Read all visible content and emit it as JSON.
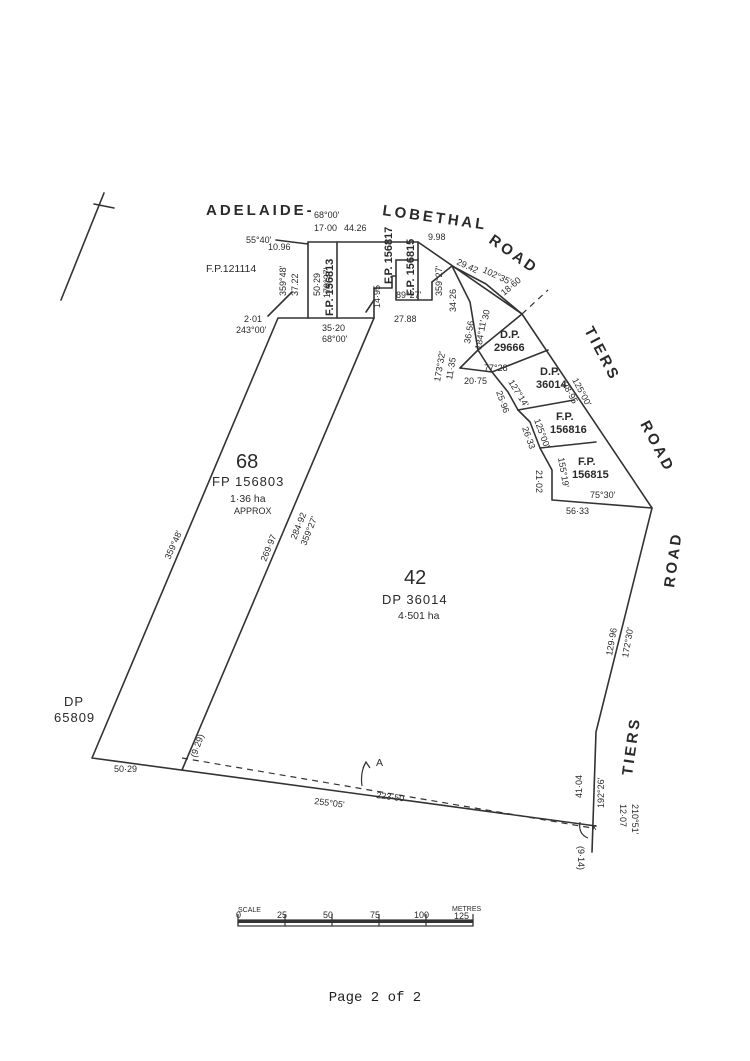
{
  "roads": {
    "adelaide": "ADELAIDE-",
    "lobethal": "LOBETHAL",
    "road_top": "ROAD",
    "tiers1": "TIERS",
    "road_right": "ROAD",
    "road_lower": "ROAD",
    "tiers2": "TIERS"
  },
  "parcels": {
    "lot68_number": "68",
    "lot68_plan": "FP 156803",
    "lot68_area": "1·36 ha",
    "lot68_note": "APPROX",
    "lot42_number": "42",
    "lot42_plan": "DP 36014",
    "lot42_area": "4·501 ha",
    "fp121114": "F.P.121114",
    "fp156813": "F.P. 156813",
    "fp156817": "F.P. 156817",
    "fp156815a": "F.P. 156815",
    "dp29666_a": "D.P.",
    "dp29666_b": "29666",
    "dp36014_a": "D.P.",
    "dp36014_b": "36014",
    "fp156816_a": "F.P.",
    "fp156816_b": "156816",
    "fp156815_a": "F.P.",
    "fp156815_b": "156815",
    "dp65809_a": "DP",
    "dp65809_b": "65809"
  },
  "dimensions": {
    "b_68_00_top": "68°00'",
    "d_17_00": "17·00",
    "d_44_26": "44.26",
    "b_55_40": "55°40'",
    "d_10_96": "10.96",
    "d_9_98": "9.98",
    "b_102_35": "102°35'",
    "d_29_42": "29.42",
    "d_18_60": "18·60",
    "b_359_48_top": "359°48'",
    "d_37_22": "37.22",
    "d_50_29_top": "50·29",
    "b_179_27": "179°27'",
    "d_14_95": "14·95",
    "d_34_26": "34·26",
    "b_359_27_top": "359°27'",
    "b_89_27": "89°27'",
    "d_27_88": "27.88",
    "d_2_01": "2·01",
    "b_243_00": "243°00'",
    "d_35_20": "35·20",
    "b_68_00_mid": "68°00'",
    "d_36_56": "36·56",
    "b_184_11": "184°11'",
    "d_30": "30",
    "b_173_32": "173°32'",
    "d_11_35": "11·35",
    "b_77_28": "77°28'",
    "d_20_75": "20·75",
    "b_127_14": "127°14'",
    "b_125_00_a": "125°00'",
    "d_28_95": "28·95",
    "d_25_96": "25·96",
    "b_125_00_b": "125°00'",
    "d_26_33": "26·33",
    "b_155_19": "155°19'",
    "d_21_02": "21·02",
    "b_75_30": "75°30'",
    "d_56_33": "56·33",
    "b_359_48_left": "359°48'",
    "d_269_97": "269·97",
    "d_284_92": "284·92",
    "b_359_27_mid": "359°27'",
    "d_129_96": "129·96",
    "b_172_30": "172°30'",
    "d_41_04": "41·04",
    "b_192_26": "192°26'",
    "d_50_29_bottom": "50·29",
    "d_9_29": "(9·29)",
    "d_223_50": "223·50",
    "b_255_05": "255°05'",
    "d_12_07": "12·07",
    "b_210_51": "210°51'",
    "d_9_14": "(9·14)",
    "label_a": "A",
    "label_x": "x"
  },
  "scale": {
    "label": "SCALE",
    "ticks": [
      "0",
      "25",
      "50",
      "75",
      "100",
      "125"
    ],
    "unit": "METRES"
  },
  "footer": {
    "page_text": "Page 2 of 2"
  }
}
